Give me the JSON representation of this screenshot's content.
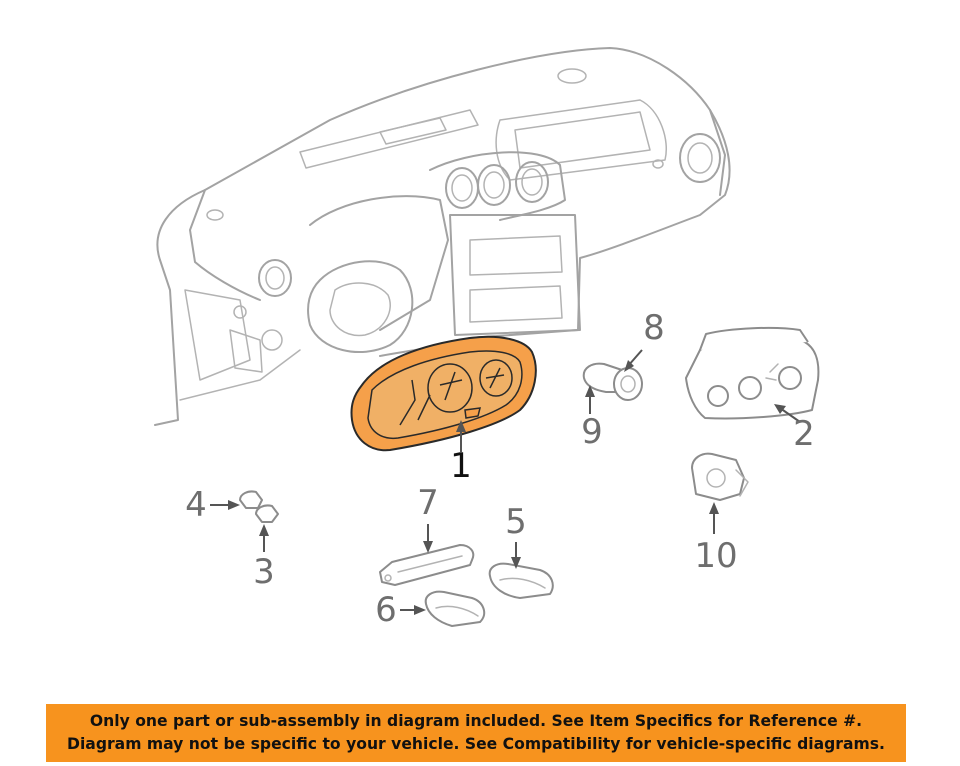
{
  "callouts": {
    "c1": "1",
    "c2": "2",
    "c3": "3",
    "c4": "4",
    "c5": "5",
    "c6": "6",
    "c7": "7",
    "c8": "8",
    "c9": "9",
    "c10": "10"
  },
  "banner": {
    "line1": "Only one part or sub-assembly in diagram included. See Item Specifics for Reference #.",
    "line2": "Diagram may not be specific to your vehicle. See Compatibility for vehicle-specific diagrams."
  },
  "colors": {
    "banner_bg": "#f7931e",
    "highlight_part": "#f5a04a",
    "linework": "#a3a3a3"
  }
}
